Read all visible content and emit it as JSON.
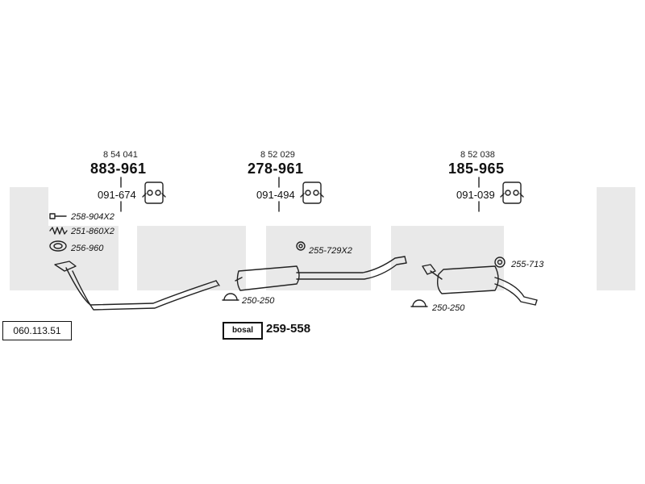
{
  "reference": "060.113.51",
  "watermark": "bosal",
  "colors": {
    "watermark": "#e9e9e9",
    "line": "#222222",
    "text": "#111111"
  },
  "groups": [
    {
      "oem": "8 54 041",
      "part": "883-961",
      "bracket": "091-674"
    },
    {
      "oem": "8 52 029",
      "part": "278-961",
      "bracket": "091-494"
    },
    {
      "oem": "8 52 038",
      "part": "185-965",
      "bracket": "091-039"
    }
  ],
  "accessories": {
    "bolt": "258-904X2",
    "spring": "251-860X2",
    "gasket": "256-960",
    "clamp_front": "250-250",
    "hanger_mid": "255-729X2",
    "clamp_rear": "250-250",
    "hanger_rear": "255-713"
  },
  "kit": {
    "badge": "bosal",
    "part": "259-558"
  }
}
